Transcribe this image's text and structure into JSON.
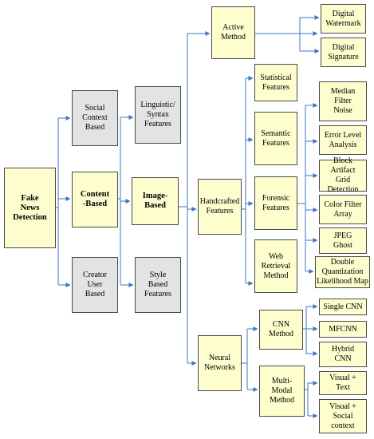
{
  "diagram": {
    "root": "Fake\nNews\nDetection",
    "level1": {
      "social": "Social\nContext\nBased",
      "content": "Content\n-Based",
      "creator": "Creator\nUser\nBased"
    },
    "level2": {
      "linguistic": "Linguistic/\nSyntax\nFeatures",
      "image": "Image-\nBased",
      "style": "Style\nBased\nFeatures"
    },
    "level3": {
      "active": "Active\nMethod",
      "handcrafted": "Handcrafted\nFeatures",
      "neural": "Neural\nNetworks"
    },
    "active_children": {
      "watermark": "Digital\nWatermark",
      "signature": "Digital\nSignature"
    },
    "handcrafted_children": {
      "statistical": "Statistical\nFeatures",
      "semantic": "Semantic\nFeatures",
      "forensic": "Forensic\nFeatures",
      "web": "Web\nRetrieval\nMethod"
    },
    "forensic_children": {
      "median": "Median\nFilter\nNoise",
      "ela": "Error Level\nAnalysis",
      "block": "Block Artifact\nGrid\nDetection",
      "cfa": "Color Filter\nArray",
      "jpeg": "JPEG\nGhost",
      "double": "Double\nQuantization\nLikelihood Map"
    },
    "neural_children": {
      "cnn": "CNN\nMethod",
      "multimodal": "Multi-\nModal\nMethod"
    },
    "cnn_children": {
      "single": "Single CNN",
      "mfcnn": "MFCNN",
      "hybrid": "Hybrid\nCNN"
    },
    "multimodal_children": {
      "visual_text": "Visual +\nText",
      "visual_social": "Visual +\nSocial\ncontext"
    },
    "colors": {
      "box_yellow": "#fefdcd",
      "box_gray": "#e3e3e6",
      "connector_blue": "#3f76c4",
      "border": "#4a4a4a"
    }
  }
}
